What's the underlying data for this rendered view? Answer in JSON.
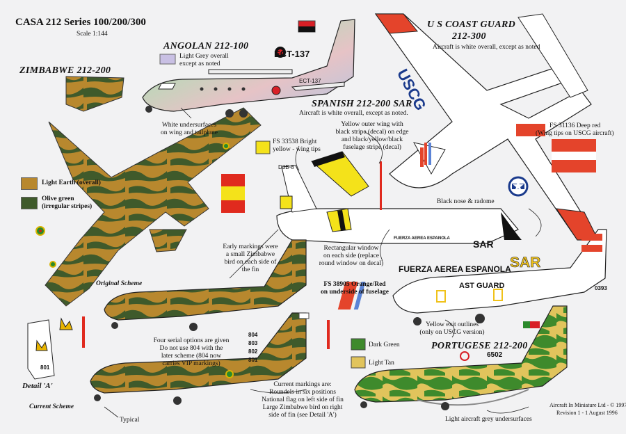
{
  "header": {
    "title": "CASA 212 Series 100/200/300",
    "scale": "Scale 1:144"
  },
  "angolan": {
    "title": "ANGOLAN 212-100",
    "note": [
      "Light Grey overall",
      "except as noted"
    ],
    "registration": "ECT-137",
    "fuselage_reg": "ECT-137",
    "undersurface_note": [
      "White undersurfaces",
      "on wing and tailplane"
    ]
  },
  "zimbabwe": {
    "title": "ZIMBABWE 212-200",
    "legend": [
      {
        "label": "Light Earth (overall)",
        "color": "#b8882e"
      },
      {
        "label_lines": [
          "Olive green",
          "(irregular stripes)"
        ],
        "color": "#3f5a2b"
      }
    ],
    "early_note": [
      "Early markings were",
      "a small Zimbabwe",
      "bird on each side of",
      "the fin"
    ],
    "original_scheme": "Original Scheme",
    "current_scheme": "Current Scheme",
    "detail": "Detail 'A'",
    "serial_note": [
      "Four serial options are given",
      "Do not use 804 with the",
      "later scheme (804 now",
      "carries VIP markings)"
    ],
    "serials": [
      "804",
      "803",
      "802",
      "801"
    ],
    "detail_serial": "801",
    "current_markings": [
      "Current markings are:",
      "Roundels in six positions",
      "National flag on left side of fin",
      "Large Zimbabwe bird on right",
      "side of fin (see Detail 'A')"
    ],
    "typical": "Typical"
  },
  "spanish": {
    "title": "SPANISH 212-200 SAR",
    "note": "Aircraft is white overall, except as noted.",
    "wing_note": [
      "Yellow outer wing with",
      "black stripe (decal) on edge",
      "and black/yellow/black",
      "fuselage stripe (decal)"
    ],
    "fs_yellow": [
      "FS 33538 Bright",
      "yellow - wing tips"
    ],
    "window_note": [
      "Rectangular window",
      "on each side (replace",
      "round window on decal)"
    ],
    "fs_orange": [
      "FS 38905 Orange/Red",
      "on underside of fuselage"
    ],
    "fuselage_text": "FUERZA AEREA ESPANOLA",
    "sar": "SAR",
    "big_fuselage_text": "FUERZA AEREA ESPANOLA",
    "big_sar": "SAR",
    "nose_note": "Black nose & radome",
    "fin_code": "D3B-8",
    "colors": {
      "yellow": "#f4e21a",
      "red": "#e02a1e"
    }
  },
  "uscg": {
    "title_lines": [
      "U S COAST GUARD",
      "212-300"
    ],
    "note": "Aircraft is white overall, except as noted",
    "fs_red": [
      "FS 31136 Deep red",
      "(Wing tips on USCG aircraft)"
    ],
    "wing_text": "USCG",
    "coast_guard": "AST GUARD",
    "serial": "0393",
    "exit_note": [
      "Yellow exit outlines",
      "(only on USCG version)"
    ],
    "colors": {
      "red": "#e4442b",
      "orange": "#ef6a2c"
    }
  },
  "portugal": {
    "title": "PORTUGESE 212-200",
    "legend": [
      {
        "label": "Dark Green",
        "color": "#3e8a2c"
      },
      {
        "label": "Light Tan",
        "color": "#e1c45c"
      }
    ],
    "serial": "6502",
    "under_note": "Light aircraft grey undersurfaces"
  },
  "footer": {
    "credit": "Aircraft In Miniature Ltd - © 1997",
    "revision": "Revision 1 - 1 August 1996"
  },
  "colors": {
    "earth": "#b8882e",
    "olive": "#3f5a2b",
    "grey": "#b5b8c9",
    "white": "#ffffff"
  }
}
